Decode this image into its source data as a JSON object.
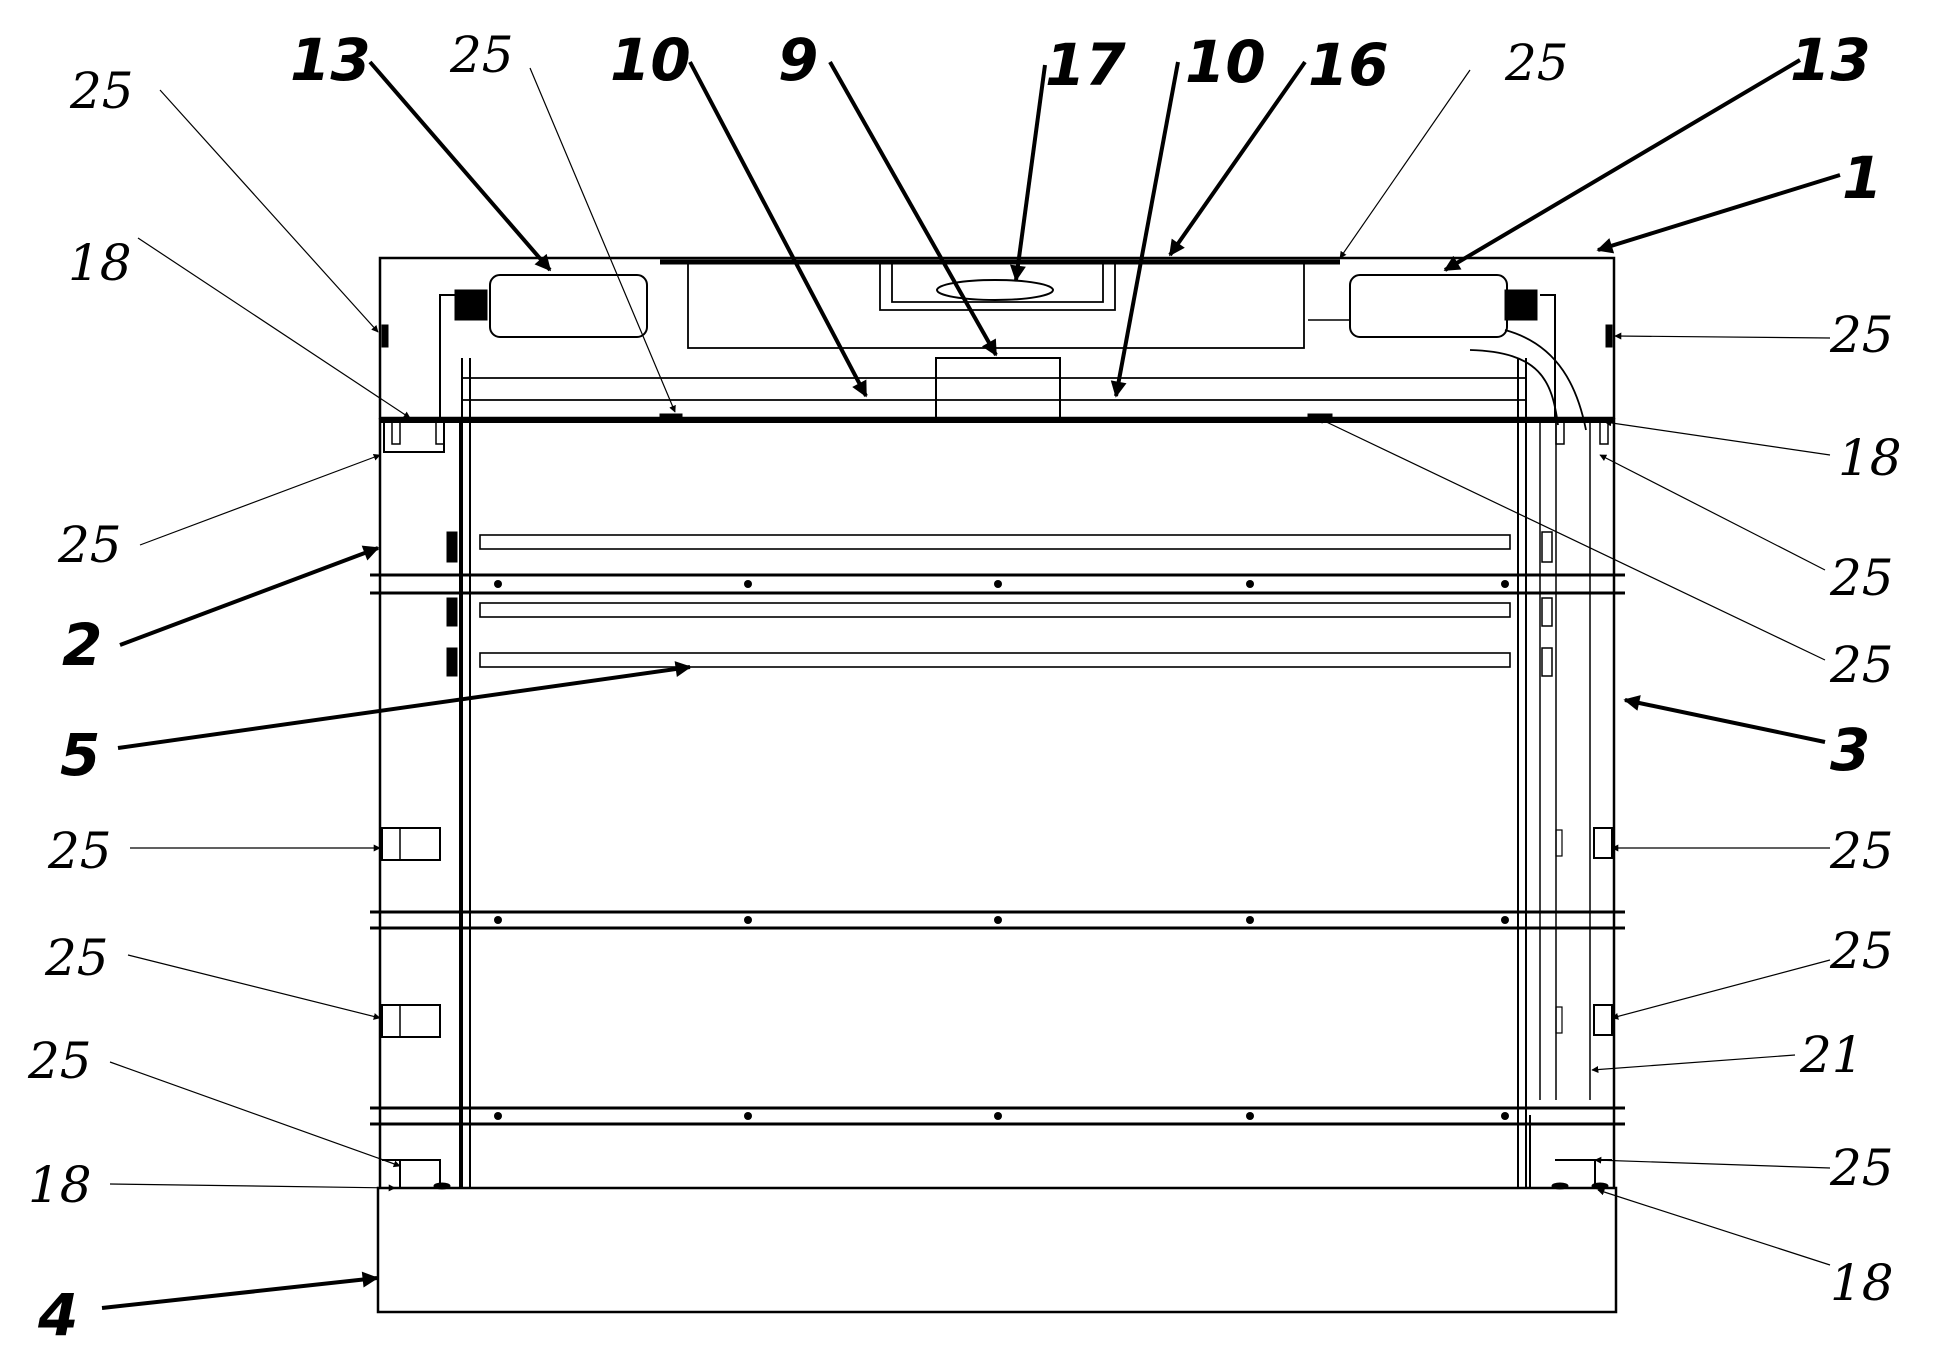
{
  "figure": {
    "labels": [
      {
        "id": "l1",
        "text": "25",
        "style": "reg"
      },
      {
        "id": "l2",
        "text": "13",
        "style": "bold"
      },
      {
        "id": "l3",
        "text": "25",
        "style": "reg"
      },
      {
        "id": "l4",
        "text": "10",
        "style": "bold"
      },
      {
        "id": "l5",
        "text": "9",
        "style": "bold"
      },
      {
        "id": "l6",
        "text": "17",
        "style": "bold"
      },
      {
        "id": "l7",
        "text": "10",
        "style": "bold"
      },
      {
        "id": "l8",
        "text": "16",
        "style": "bold"
      },
      {
        "id": "l9",
        "text": "25",
        "style": "reg"
      },
      {
        "id": "l10",
        "text": "13",
        "style": "bold"
      },
      {
        "id": "l11",
        "text": "1",
        "style": "bold"
      },
      {
        "id": "l12",
        "text": "18",
        "style": "reg"
      },
      {
        "id": "l13",
        "text": "25",
        "style": "reg"
      },
      {
        "id": "l14",
        "text": "18",
        "style": "reg"
      },
      {
        "id": "l15",
        "text": "25",
        "style": "reg"
      },
      {
        "id": "l16",
        "text": "2",
        "style": "bold"
      },
      {
        "id": "l17",
        "text": "25",
        "style": "reg"
      },
      {
        "id": "l18",
        "text": "25",
        "style": "reg"
      },
      {
        "id": "l19",
        "text": "5",
        "style": "bold"
      },
      {
        "id": "l20",
        "text": "3",
        "style": "bold"
      },
      {
        "id": "l21",
        "text": "25",
        "style": "reg"
      },
      {
        "id": "l22",
        "text": "25",
        "style": "reg"
      },
      {
        "id": "l23",
        "text": "25",
        "style": "reg"
      },
      {
        "id": "l24",
        "text": "25",
        "style": "reg"
      },
      {
        "id": "l25",
        "text": "21",
        "style": "reg"
      },
      {
        "id": "l26",
        "text": "25",
        "style": "reg"
      },
      {
        "id": "l27",
        "text": "25",
        "style": "reg"
      },
      {
        "id": "l28",
        "text": "18",
        "style": "reg"
      },
      {
        "id": "l29",
        "text": "18",
        "style": "reg"
      },
      {
        "id": "l30",
        "text": "4",
        "style": "bold"
      }
    ]
  }
}
